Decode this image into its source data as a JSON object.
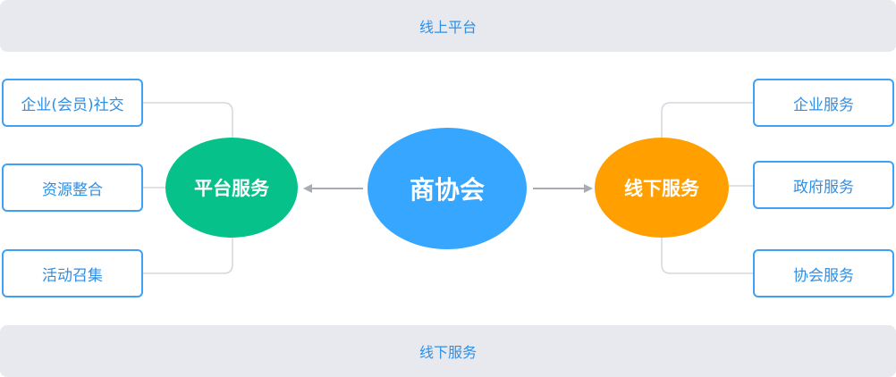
{
  "bands": {
    "top": "线上平台",
    "bottom": "线下服务"
  },
  "center": "商协会",
  "platform": {
    "label": "平台服务",
    "items": [
      "企业(会员)社交",
      "资源整合",
      "活动召集"
    ]
  },
  "offline": {
    "label": "线下服务",
    "items": [
      "企业服务",
      "政府服务",
      "协会服务"
    ]
  },
  "colors": {
    "center": "#36a6ff",
    "platform": "#07c18a",
    "offline": "#ff9f00",
    "box_border": "#3fa1f4",
    "text": "#2f8fe4",
    "band_bg": "#e7e9ef"
  }
}
